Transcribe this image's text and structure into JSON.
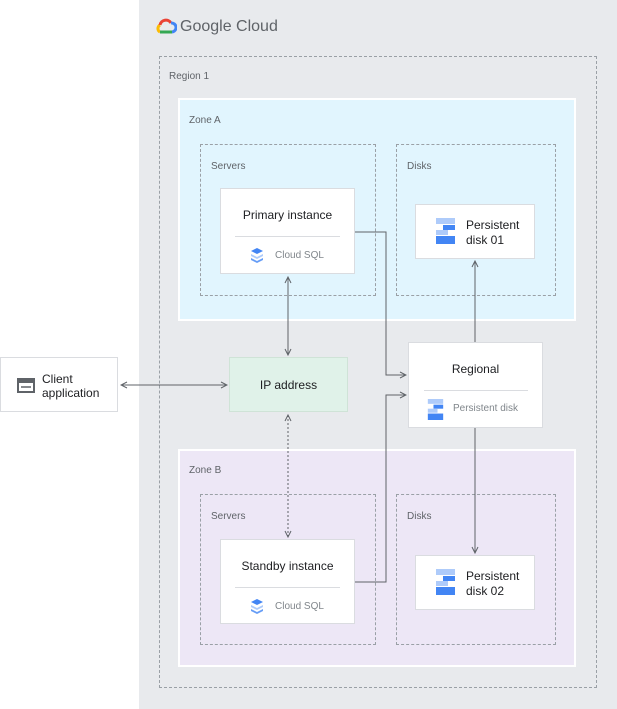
{
  "brand": {
    "name": "Google Cloud"
  },
  "region": {
    "label": "Region 1"
  },
  "zone_a": {
    "label": "Zone A",
    "servers_label": "Servers",
    "disks_label": "Disks",
    "primary": {
      "title": "Primary instance",
      "service": "Cloud SQL",
      "icon": "cloud-sql-icon"
    },
    "disk": {
      "line1": "Persistent",
      "line2": "disk 01",
      "icon": "persistent-disk-icon"
    }
  },
  "zone_b": {
    "label": "Zone B",
    "servers_label": "Servers",
    "disks_label": "Disks",
    "standby": {
      "title": "Standby instance",
      "service": "Cloud SQL",
      "icon": "cloud-sql-icon"
    },
    "disk": {
      "line1": "Persistent",
      "line2": "disk 02",
      "icon": "persistent-disk-icon"
    }
  },
  "ip": {
    "label": "IP address"
  },
  "regional": {
    "title": "Regional",
    "service": "Persistent disk",
    "icon": "persistent-disk-icon"
  },
  "client": {
    "line1": "Client",
    "line2": "application",
    "icon": "browser-window-icon"
  },
  "colors": {
    "panel": "#e8eaed",
    "zone_a": "#e1f5fe",
    "zone_b": "#ede7f6",
    "ip": "#e0f2e9",
    "blue": "#4285f4",
    "light_blue": "#aecbfa"
  }
}
